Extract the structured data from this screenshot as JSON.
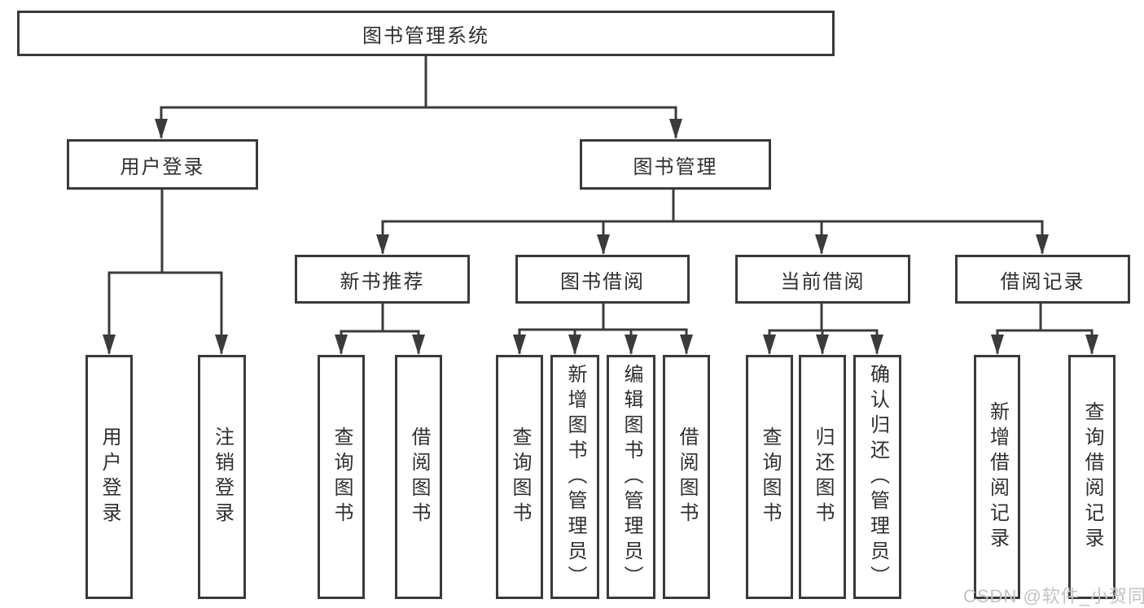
{
  "tree": {
    "root": "图书管理系统",
    "level2": [
      {
        "label": "用户登录",
        "children": [
          "用户登录",
          "注销登录"
        ]
      },
      {
        "label": "图书管理"
      }
    ],
    "level3": [
      {
        "label": "新书推荐",
        "children": [
          "查询图书",
          "借阅图书"
        ]
      },
      {
        "label": "图书借阅",
        "children": [
          "查询图书",
          "新增图书（管理员）",
          "编辑图书（管理员）",
          "借阅图书"
        ]
      },
      {
        "label": "当前借阅",
        "children": [
          "查询图书",
          "归还图书",
          "确认归还（管理员）"
        ]
      },
      {
        "label": "借阅记录",
        "children": [
          "新增借阅记录",
          "查询借阅记录"
        ]
      }
    ]
  },
  "watermark": {
    "text": "CSDN @软件_小贺同学",
    "color": "#c2c2c2"
  },
  "colors": {
    "line": "#3b3b3b",
    "border": "#3a3a3a",
    "text": "#2f2f2f",
    "background": "#ffffff"
  }
}
